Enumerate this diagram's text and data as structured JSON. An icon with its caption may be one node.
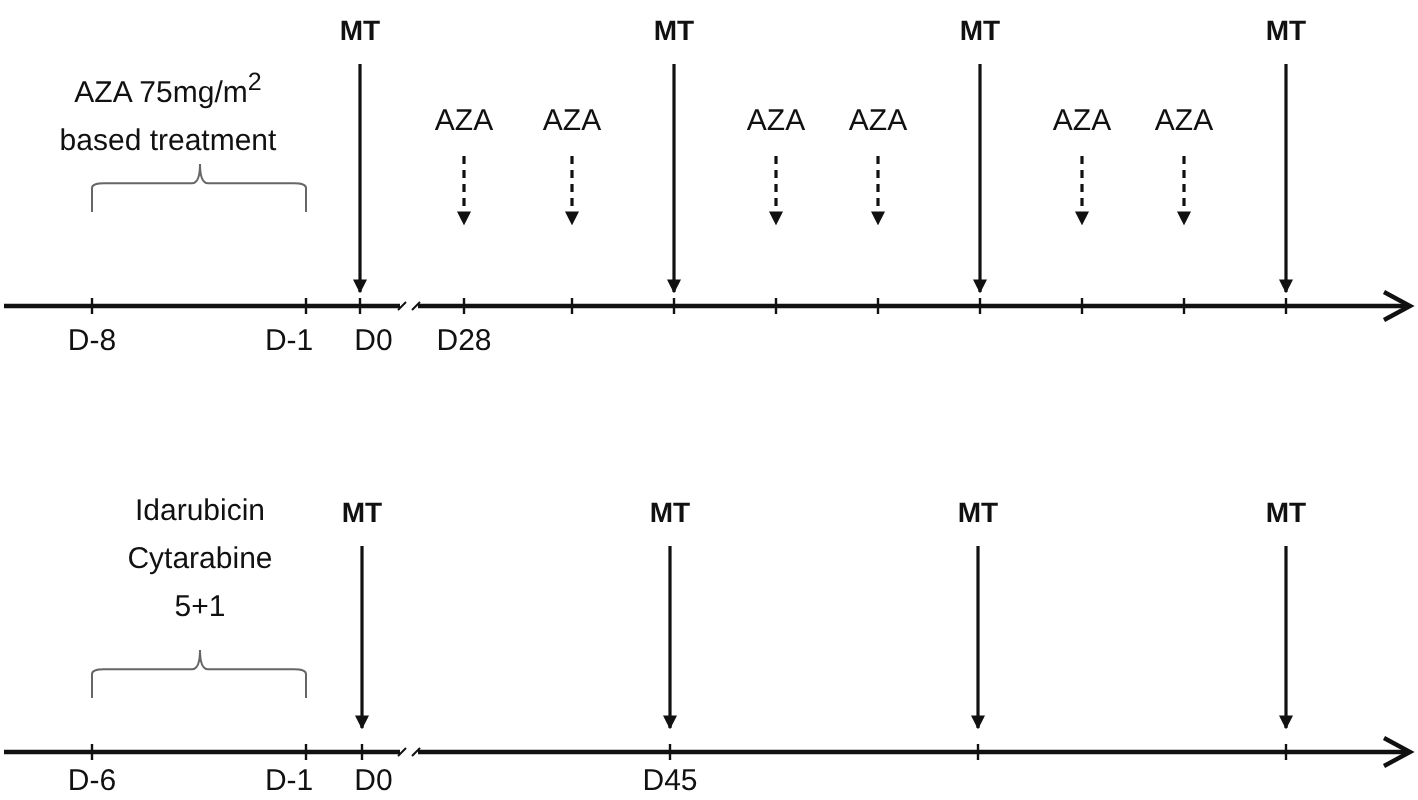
{
  "diagram": {
    "nodes": [
      {
        "text": [
          "MT"
        ]
      },
      {
        "text": [
          "AZA"
        ]
      },
      {
        "text": [
          "AZA"
        ]
      },
      {
        "text": [
          "MT"
        ]
      },
      {
        "text": [
          "AZA"
        ]
      },
      {
        "text": [
          "AZA"
        ]
      },
      {
        "text": [
          "MT"
        ]
      },
      {
        "text": [
          "AZA"
        ]
      },
      {
        "text": [
          "AZA"
        ]
      },
      {
        "text": [
          "MT"
        ]
      },
      {
        "text": [
          "MT"
        ]
      },
      {
        "text": [
          "MT"
        ]
      },
      {
        "text": [
          "MT"
        ]
      },
      {
        "text": [
          "MT"
        ]
      }
    ],
    "edges": [
      {
        "from": 0,
        "to": null,
        "arrow": "to"
      },
      {
        "from": 1,
        "to": null,
        "arrow": "to",
        "style": "dashed"
      },
      {
        "from": 2,
        "to": null,
        "arrow": "to",
        "style": "dashed"
      },
      {
        "from": 3,
        "to": null,
        "arrow": "to"
      },
      {
        "from": 4,
        "to": null,
        "arrow": "to",
        "style": "dashed"
      },
      {
        "from": 5,
        "to": null,
        "arrow": "to",
        "style": "dashed"
      },
      {
        "from": 6,
        "to": null,
        "arrow": "to"
      },
      {
        "from": 7,
        "to": null,
        "arrow": "to",
        "style": "dashed"
      },
      {
        "from": 8,
        "to": null,
        "arrow": "to",
        "style": "dashed"
      },
      {
        "from": 9,
        "to": null,
        "arrow": "to"
      },
      {
        "from": 10,
        "to": null,
        "arrow": "to"
      },
      {
        "from": 11,
        "to": null,
        "arrow": "to"
      },
      {
        "from": 12,
        "to": null,
        "arrow": "to"
      },
      {
        "from": 13,
        "to": null,
        "arrow": "to"
      }
    ],
    "labels": [
      "AZA 75mg/m$^{2}$ based treatment",
      "D-8",
      "D-1",
      "D0",
      "D28",
      "Idarubicin Cytarabine 5+1",
      "D-6",
      "D-1",
      "D0",
      "D45"
    ]
  }
}
